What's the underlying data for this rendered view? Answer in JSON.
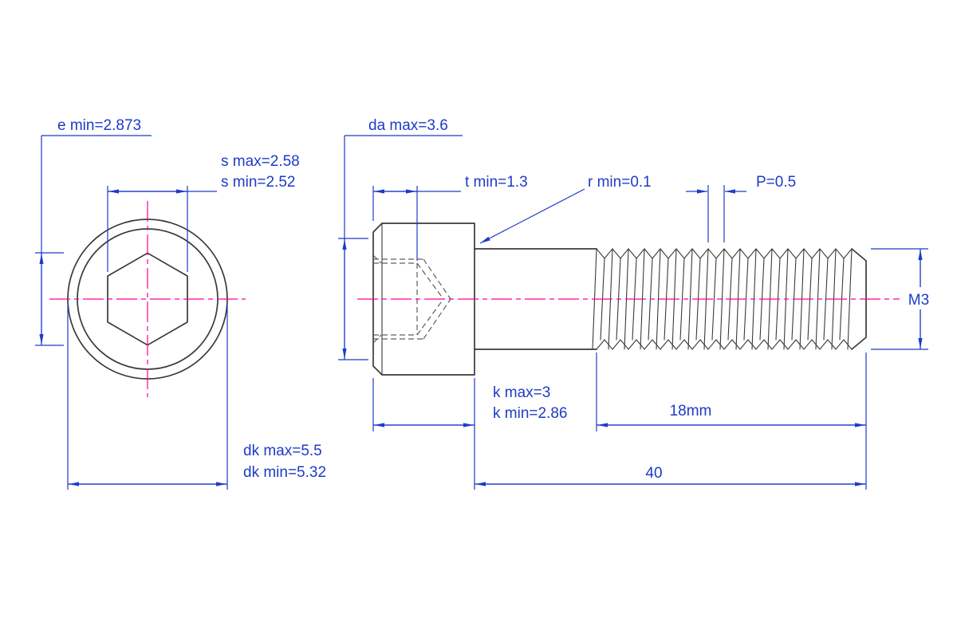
{
  "drawing": {
    "colors": {
      "dimension": "#1e3bc8",
      "centerline": "#ff0099",
      "outline": "#3a3a3a",
      "hidden": "#5f5f5f",
      "background": "#ffffff"
    },
    "labels": {
      "e_min": "e min=2.873",
      "s_max": "s max=2.58",
      "s_min": "s min=2.52",
      "da_max": "da max=3.6",
      "t_min": "t min=1.3",
      "r_min": "r min=0.1",
      "pitch": "P=0.5",
      "thread_designation": "M3",
      "k_max": "k max=3",
      "k_min": "k min=2.86",
      "thread_length": "18mm",
      "overall_length": "40",
      "dk_max": "dk max=5.5",
      "dk_min": "dk min=5.32"
    }
  }
}
